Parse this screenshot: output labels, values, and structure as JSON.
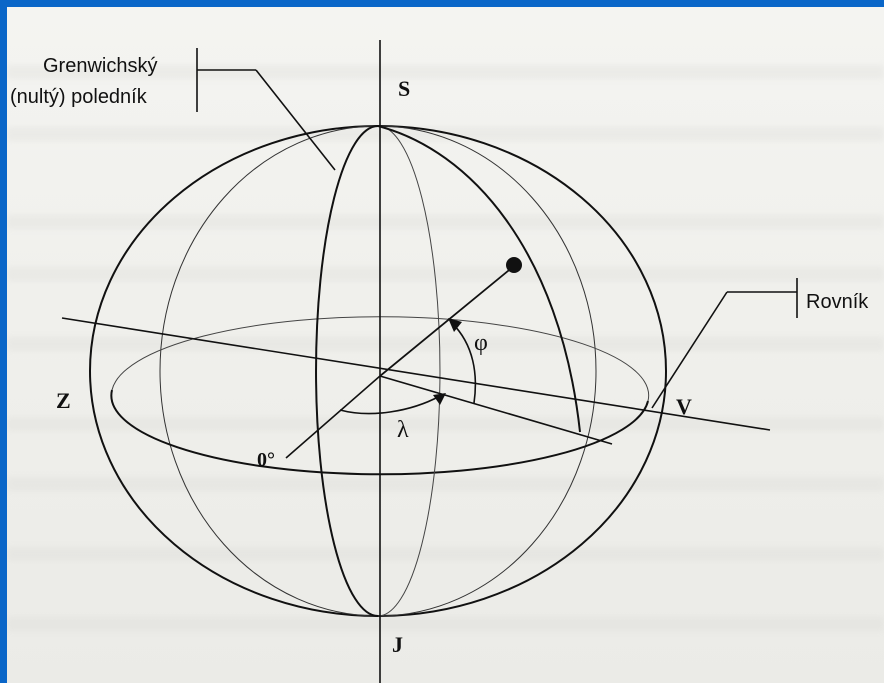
{
  "labels": {
    "greenwich_line1": "Grenwichský",
    "greenwich_line2": "(nultý) poledník",
    "north": "S",
    "south": "J",
    "west": "Z",
    "east": "V",
    "equator": "Rovník",
    "zero_degree": "0°",
    "longitude_symbol": "λ",
    "latitude_symbol": "φ"
  },
  "colors": {
    "frame": "#0a66c8",
    "paper": "#f2f2ef",
    "ink": "#111111"
  }
}
